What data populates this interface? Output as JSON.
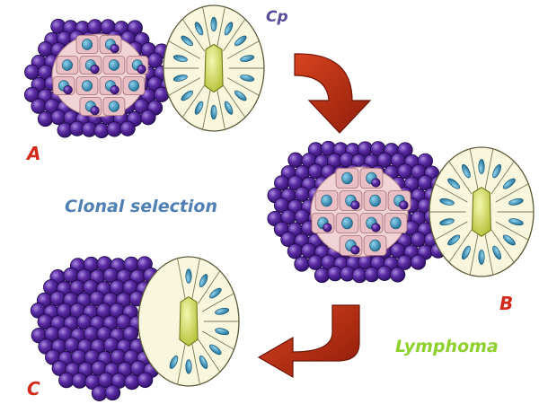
{
  "labels": {
    "cp": "Cp",
    "a": "A",
    "b": "B",
    "c": "C",
    "clonal_selection": "Clonal selection",
    "lymphoma": "Lymphoma"
  },
  "colors": {
    "lymphocyte": "#4b1d8f",
    "lymphocyte_highlight": "#8e6cd0",
    "clone_cell": "#e7c0c4",
    "nucleus": "#3a9bc1",
    "crypt_bg": "#f8f6dc",
    "lumen": "#d9e35a",
    "arrow": "#b8240f",
    "label_red": "#d42a1c",
    "label_purple": "#5a4a9a",
    "label_blue": "#4f7fb3",
    "label_green": "#8fd12c"
  }
}
